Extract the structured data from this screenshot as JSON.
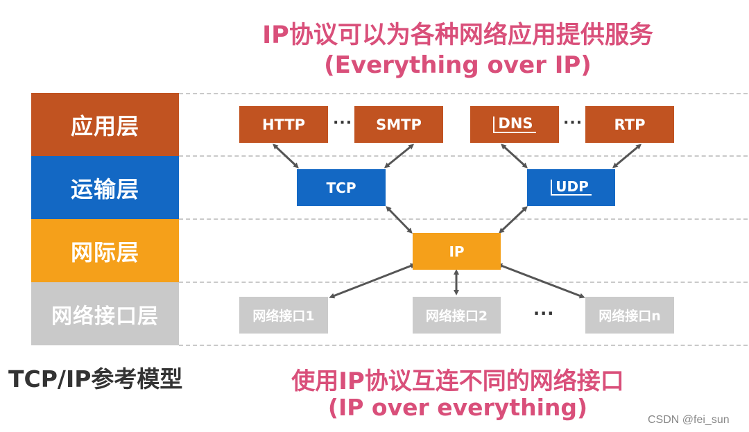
{
  "top_title": {
    "line1": "IP协议可以为各种网络应用提供服务",
    "line2": "(Everything over IP)"
  },
  "bottom_title": {
    "line1": "使用IP协议互连不同的网络接口",
    "line2": "(IP over everything)"
  },
  "layers": [
    {
      "label": "应用层",
      "color": "#c15321"
    },
    {
      "label": "运输层",
      "color": "#1368c4"
    },
    {
      "label": "网际层",
      "color": "#f5a01a"
    },
    {
      "label": "网络接口层",
      "color": "#c9c9c9"
    }
  ],
  "application": {
    "http": "HTTP",
    "smtp": "SMTP",
    "dns": "DNS",
    "rtp": "RTP",
    "ellipsis": "···"
  },
  "transport": {
    "tcp": "TCP",
    "udp": "UDP"
  },
  "internet": {
    "ip": "IP"
  },
  "network_interface": {
    "if1": "网络接口1",
    "if2": "网络接口2",
    "ifn": "网络接口n",
    "ellipsis": "···"
  },
  "model_label": "TCP/IP参考模型",
  "watermark": "CSDN @fei_sun",
  "colors": {
    "title": "#d94f7a",
    "arrow": "#555555"
  }
}
